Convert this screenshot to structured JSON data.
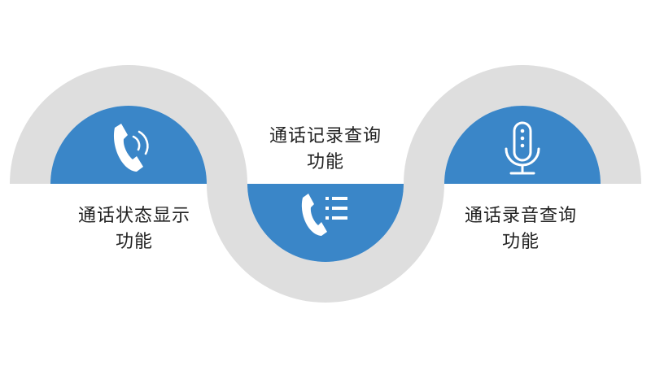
{
  "colors": {
    "track": "#dedede",
    "accent": "#3a86c8",
    "icon": "#ffffff",
    "text": "#222222"
  },
  "features": [
    {
      "icon": "phone-ringing-icon",
      "line1": "通话状态显示",
      "line2": "功能"
    },
    {
      "icon": "phone-list-icon",
      "line1": "通话记录查询",
      "line2": "功能"
    },
    {
      "icon": "microphone-icon",
      "line1": "通话录音查询",
      "line2": "功能"
    }
  ]
}
